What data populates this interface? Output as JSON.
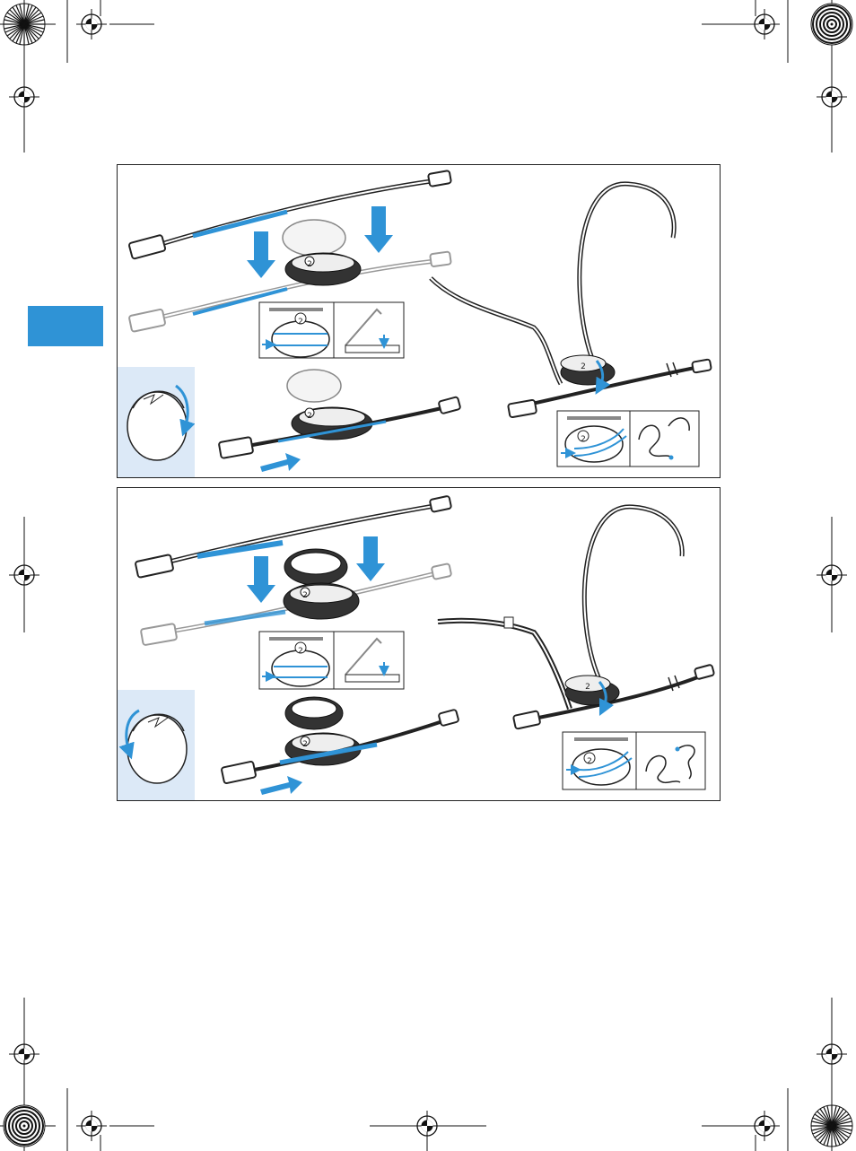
{
  "page": {
    "background": "#ffffff",
    "accent_color": "#2f93d6",
    "light_accent_color": "#dce9f7",
    "line_color": "#222222"
  },
  "side_tab": {
    "color": "#2f93d6"
  },
  "panels": [
    {
      "id": "panel-top",
      "steps": [
        "cable-taping",
        "clip-attach",
        "cable-slide",
        "headband-mount",
        "detail-views"
      ],
      "head_rotation": "clockwise-right",
      "detail_label": "2"
    },
    {
      "id": "panel-bottom",
      "steps": [
        "cable-taping",
        "clip-attach",
        "cable-slide",
        "headband-mount",
        "detail-views"
      ],
      "head_rotation": "counterclockwise-left",
      "detail_label": "2"
    }
  ],
  "icons": {
    "registration_mark": "crosshair-target-icon",
    "star_target": "radial-starburst-icon",
    "arrow": "blue-arrow-icon"
  }
}
